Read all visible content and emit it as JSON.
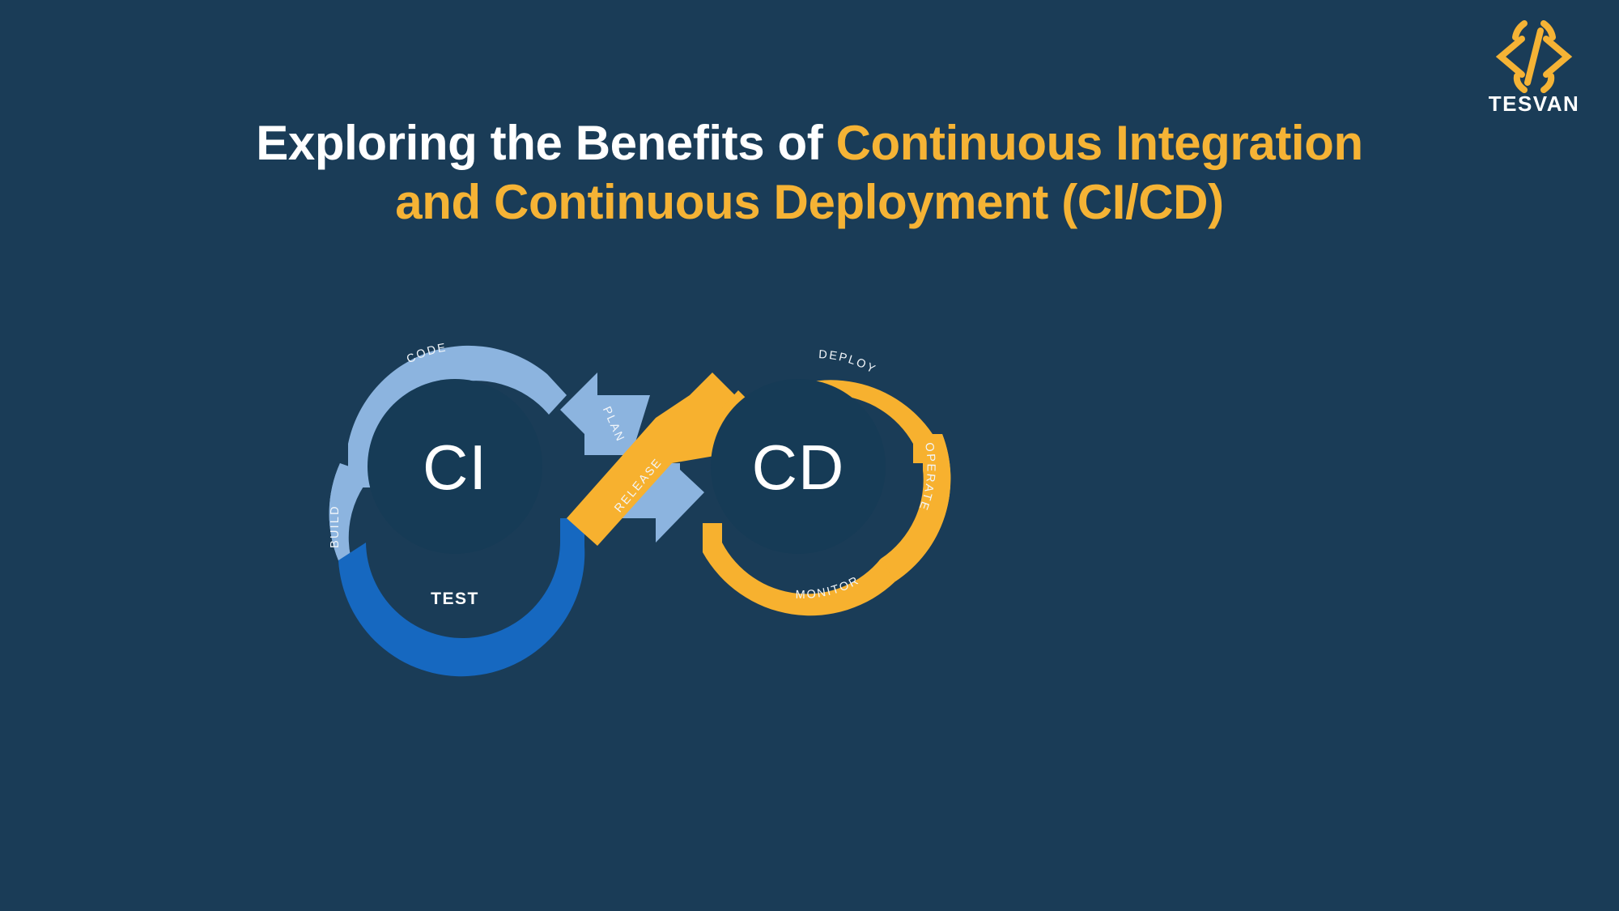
{
  "page": {
    "background_color": "#1a3c57",
    "accent_color": "#f5b335"
  },
  "brand": {
    "logo_icon": "code-brackets-icon",
    "name": "TESVAN",
    "logo_color": "#f5b335",
    "name_color": "#ffffff"
  },
  "title": {
    "line1_white": "Exploring the Benefits of ",
    "line1_accent": "Continuous Integration",
    "line2_accent": "and Continuous Deployment (CI/CD)",
    "white_color": "#ffffff",
    "accent_color": "#f5b335"
  },
  "diagram": {
    "type": "infinity-loop",
    "name": "CI/CD pipeline infinity loop",
    "ci": {
      "core_label": "CI",
      "core_color": "#163b56",
      "segment_color": "#8cb4df",
      "highlight_color": "#1668c0",
      "stages": [
        {
          "id": "code",
          "label": "CODE",
          "color": "#8cb4df"
        },
        {
          "id": "build",
          "label": "BUILD",
          "color": "#8cb4df"
        },
        {
          "id": "test",
          "label": "TEST",
          "color": "#1668c0"
        },
        {
          "id": "plan",
          "label": "PLAN",
          "color": "#8cb4df"
        }
      ]
    },
    "cd": {
      "core_label": "CD",
      "core_color": "#163b56",
      "segment_color": "#f7b12f",
      "stages": [
        {
          "id": "release",
          "label": "RELEASE",
          "color": "#f7b12f"
        },
        {
          "id": "deploy",
          "label": "DEPLOY",
          "color": "#f7b12f"
        },
        {
          "id": "operate",
          "label": "OPERATE",
          "color": "#f7b12f"
        },
        {
          "id": "monitor",
          "label": "MONITOR",
          "color": "#f7b12f"
        }
      ]
    }
  }
}
